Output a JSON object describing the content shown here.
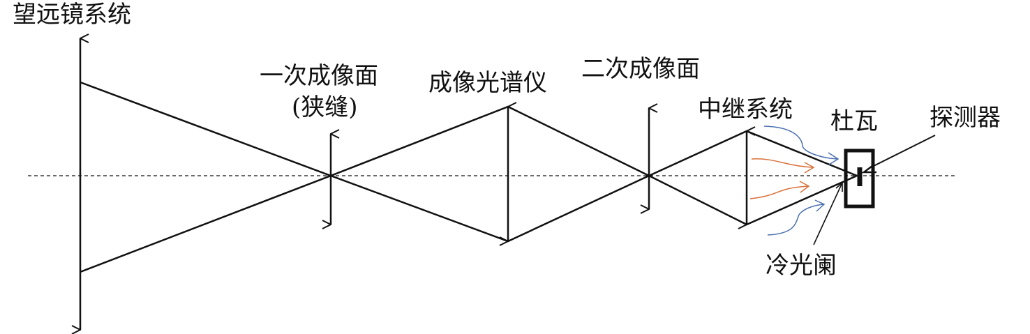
{
  "labels": {
    "telescope": "望远镜系统",
    "first_image": "一次成像面",
    "slit": "(狭缝)",
    "spectrometer": "成像光谱仪",
    "second_image": "二次成像面",
    "relay": "中继系统",
    "dewar": "杜瓦",
    "detector": "探测器",
    "cold_stop": "冷光阑"
  },
  "colors": {
    "line": "#111111",
    "warm_arrow": "#d9703a",
    "blue_arrow": "#4a6fb0"
  }
}
